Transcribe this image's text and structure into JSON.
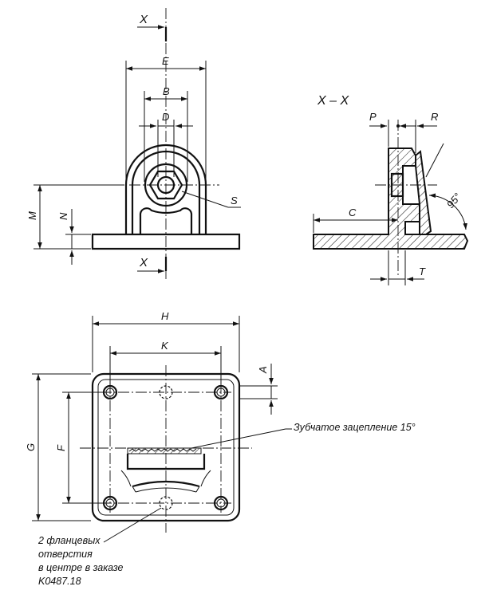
{
  "section_marks": {
    "top": "X",
    "bottom": "X",
    "section_title": "X – X"
  },
  "dimensions": {
    "E": "E",
    "B": "B",
    "D": "D",
    "S": "S",
    "M": "M",
    "N": "N",
    "P": "P",
    "R": "R",
    "C": "C",
    "T": "T",
    "angle": "95°",
    "H": "H",
    "K": "K",
    "A": "A",
    "G": "G",
    "F": "F"
  },
  "notes": {
    "serration": "Зубчатое зацепление 15°",
    "flange_line1": "2 фланцевых",
    "flange_line2": "отверстия",
    "flange_line3": "в центре в заказе",
    "flange_line4": "K0487.18"
  }
}
